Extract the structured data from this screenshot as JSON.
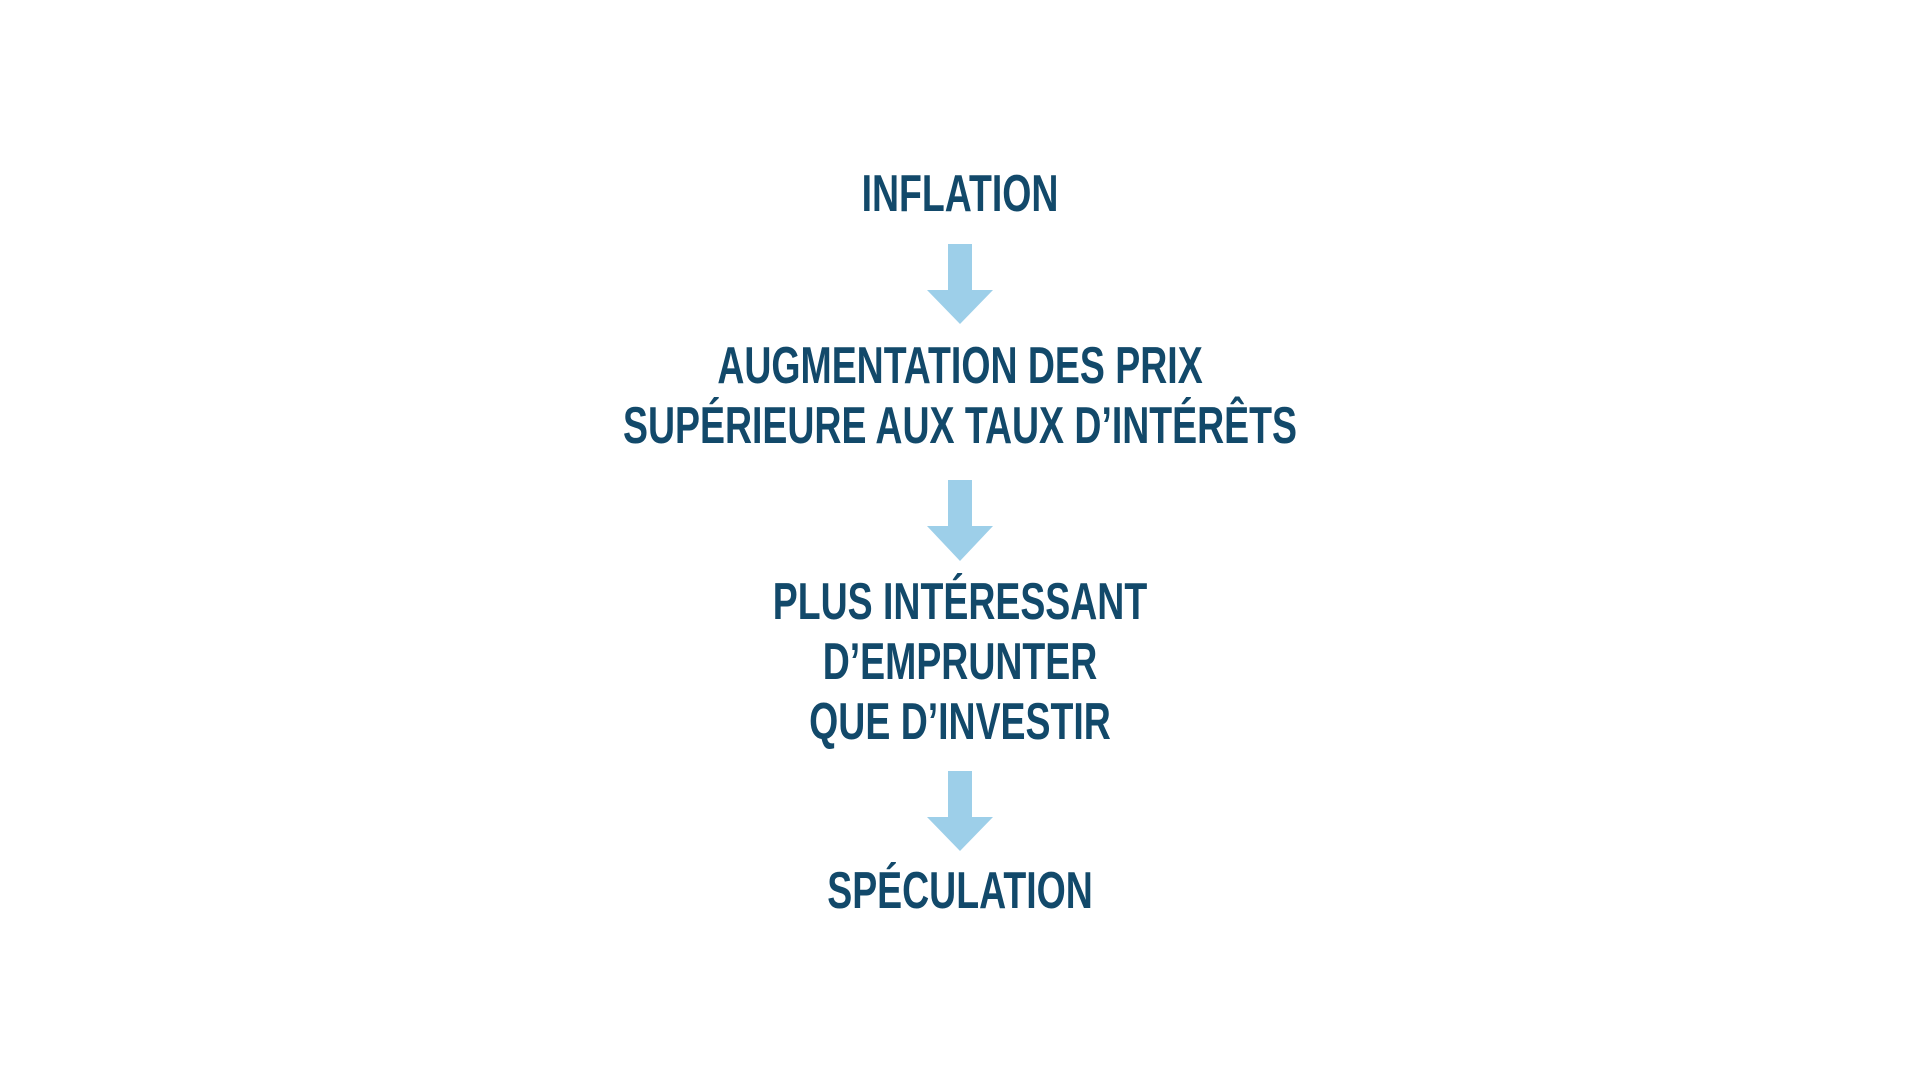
{
  "colors": {
    "text": "#12496a",
    "arrow": "#9dcfe9"
  },
  "steps": [
    {
      "lines": [
        "INFLATION"
      ]
    },
    {
      "lines": [
        "AUGMENTATION DES PRIX",
        "SUPÉRIEURE AUX TAUX D’INTÉRÊTS"
      ]
    },
    {
      "lines": [
        "PLUS INTÉRESSANT",
        "D’EMPRUNTER",
        "QUE D’INVESTIR"
      ]
    },
    {
      "lines": [
        "SPÉCULATION"
      ]
    }
  ]
}
